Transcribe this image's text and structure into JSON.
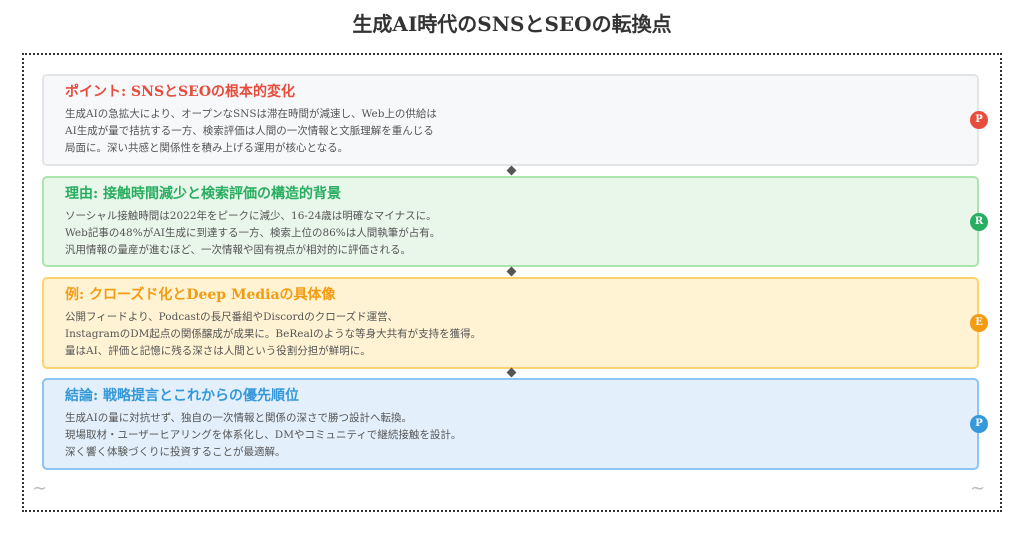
{
  "title": "生成AI時代のSNSとSEOの転換点",
  "cards": [
    {
      "heading": "ポイント: SNSとSEOの根本的変化",
      "lines": [
        "生成AIの急拡大により、オープンなSNSは滞在時間が減速し、Web上の供給は",
        "AI生成が量で拮抗する一方、検索評価は人間の一次情報と文脈理解を重んじる",
        "局面に。深い共感と関係性を積み上げる運用が核心となる。"
      ],
      "badge": "P",
      "color": "#e74c3c",
      "bg": "#f7f8fa",
      "border": "#e2e4e8"
    },
    {
      "heading": "理由: 接触時間減少と検索評価の構造的背景",
      "lines": [
        "ソーシャル接触時間は2022年をピークに減少、16-24歳は明確なマイナスに。",
        "Web記事の48%がAI生成に到達する一方、検索上位の86%は人間執筆が占有。",
        "汎用情報の量産が進むほど、一次情報や固有視点が相対的に評価される。"
      ],
      "badge": "R",
      "color": "#27ae60",
      "bg": "#e9f6ea",
      "border": "#a9e6ad"
    },
    {
      "heading": "例: クローズド化とDeep Mediaの具体像",
      "lines": [
        "公開フィードより、Podcastの長尺番組やDiscordのクローズド運営、",
        "InstagramのDM起点の関係醸成が成果に。BeRealのような等身大共有が支持を獲得。",
        "量はAI、評価と記憶に残る深さは人間という役割分担が鮮明に。"
      ],
      "badge": "E",
      "color": "#f39c12",
      "bg": "#fff3d4",
      "border": "#ffd36b"
    },
    {
      "heading": "結論: 戦略提言とこれからの優先順位",
      "lines": [
        "生成AIの量に対抗せず、独自の一次情報と関係の深さで勝つ設計へ転換。",
        "現場取材・ユーザーヒアリングを体系化し、DMやコミュニティで継続接触を設計。",
        "深く響く体験づくりに投資することが最適解。"
      ],
      "badge": "P",
      "color": "#3498db",
      "bg": "#e3f0fc",
      "border": "#8cc4f4"
    }
  ]
}
